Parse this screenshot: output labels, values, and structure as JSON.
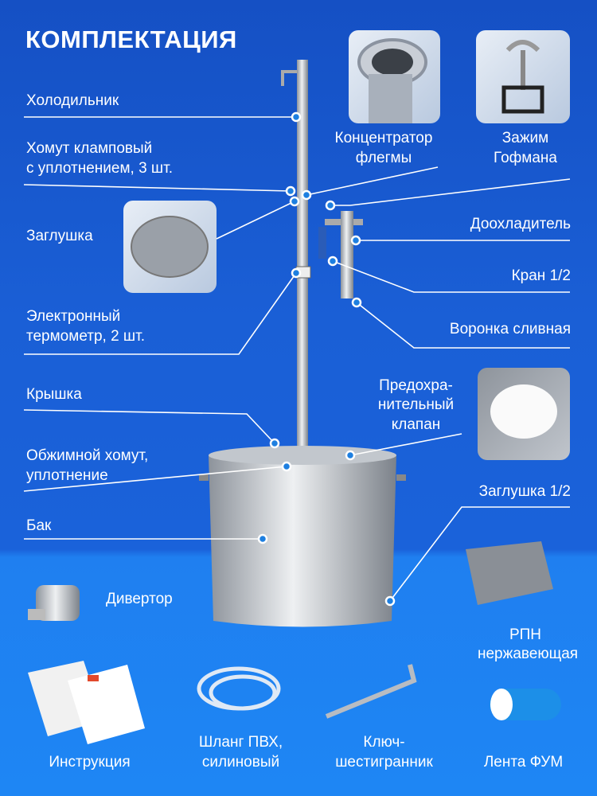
{
  "title": "КОМПЛЕКТАЦИЯ",
  "labels": {
    "cooler": "Холодильник",
    "clamp_1": "Хомут кламповый",
    "clamp_2": "с уплотнением, 3 шт.",
    "plug": "Заглушка",
    "thermo_1": "Электронный",
    "thermo_2": "термометр, 2 шт.",
    "lid": "Крышка",
    "crimp_1": "Обжимной хомут,",
    "crimp_2": "уплотнение",
    "tank": "Бак",
    "concentrator_1": "Концентратор",
    "concentrator_2": "флегмы",
    "hoffman_1": "Зажим",
    "hoffman_2": "Гофмана",
    "aftercooler": "Доохладитель",
    "valve": "Кран 1/2",
    "funnel": "Воронка сливная",
    "safety_1": "Предохра-",
    "safety_2": "нительный",
    "safety_3": "клапан",
    "plug_half": "Заглушка 1/2",
    "diverter": "Дивертор",
    "rpn_1": "РПН",
    "rpn_2": "нержавеющая",
    "manual": "Инструкция",
    "hose_1": "Шланг ПВХ,",
    "hose_2": "силиновый",
    "key_1": "Ключ-",
    "key_2": "шестигранник",
    "fum": "Лента ФУМ"
  },
  "colors": {
    "accent": "#1e7fe0",
    "line": "#ffffff"
  }
}
